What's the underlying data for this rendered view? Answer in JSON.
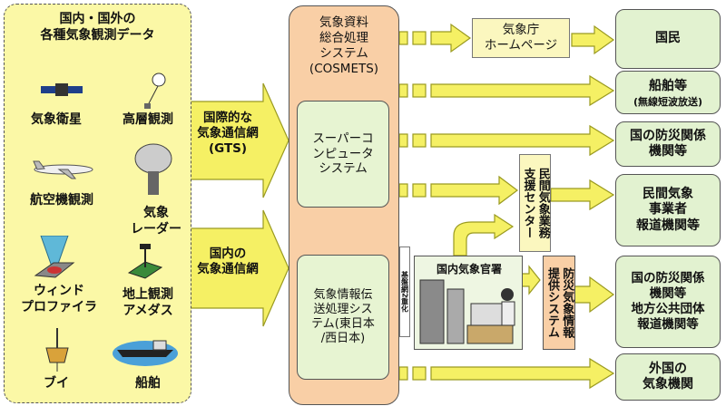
{
  "source": {
    "title": "国内・国外の\n各種気象観測データ",
    "items": [
      "気象衛星",
      "高層観測",
      "航空機観測",
      "気象\nレーダー",
      "ウィンド\nプロファイラ",
      "地上観測\nアメダス",
      "ブイ",
      "船舶"
    ]
  },
  "networks": {
    "gts": "国際的な\n気象通信網\n(GTS)",
    "domestic": "国内の\n気象通信網"
  },
  "cosmets": {
    "title": "気象資料\n総合処理\nシステム\n(COSMETS)",
    "super": "スーパーコ\nンピュータ\nシステム",
    "transfer": "気象情報伝\n送処理シス\nテム(東日本\n/西日本)"
  },
  "backbone": "基盤網2重化",
  "homepage": "気象庁\nホームページ",
  "support_center": "民間気象業務\n支援センター",
  "office": "国内気象官署",
  "disaster_system": "防災気象情報\n提供システム",
  "outputs": [
    "国民",
    "船舶等",
    "(無線短波放送)",
    "国の防災関係\n機関等",
    "民間気象\n事業者\n報道機関等",
    "国の防災関係\n機関等\n地方公共団体\n報道機関等",
    "外国の\n気象機関"
  ],
  "colors": {
    "arrow": "#f5f064",
    "arrow_stroke": "#9a9a20",
    "source_bg": "#fbf8a6",
    "cosmets_bg": "#f9cfa6",
    "output_bg": "#e2f2d0"
  }
}
